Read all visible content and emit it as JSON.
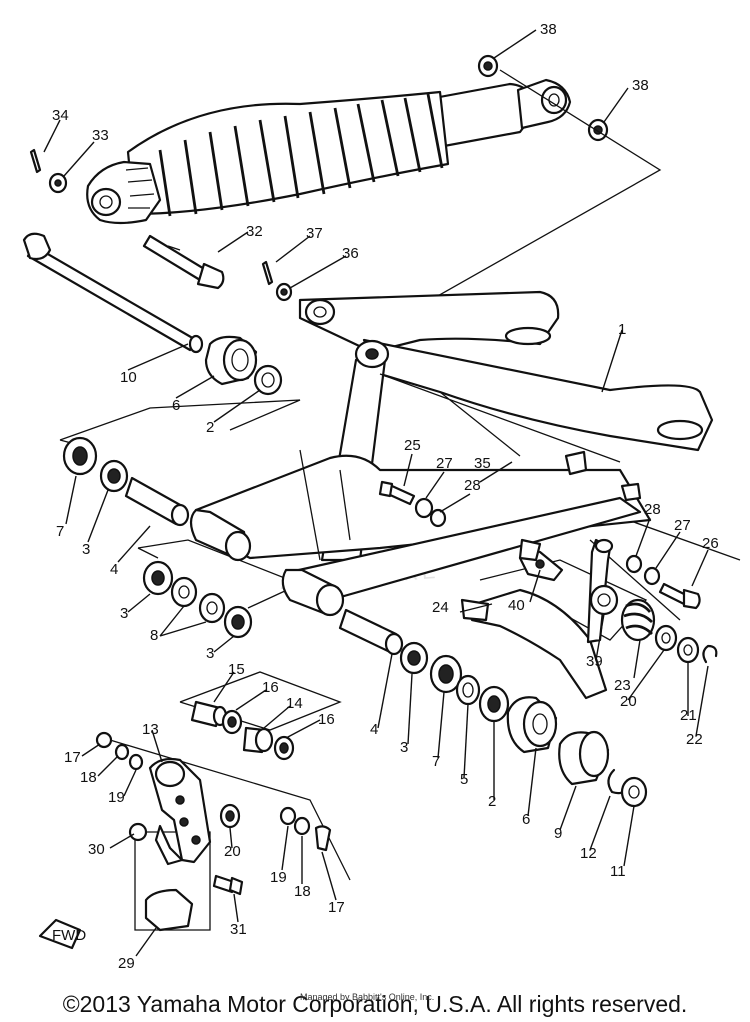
{
  "diagram": {
    "watermark": "ADVENTURE",
    "fwd_label": "FWD",
    "callouts": {
      "c1": "1",
      "c2a": "2",
      "c2b": "2",
      "c3a": "3",
      "c3b": "3",
      "c3c": "3",
      "c3d": "3",
      "c4a": "4",
      "c4b": "4",
      "c5": "5",
      "c6a": "6",
      "c6b": "6",
      "c7a": "7",
      "c7b": "7",
      "c8": "8",
      "c9": "9",
      "c10": "10",
      "c11": "11",
      "c12": "12",
      "c13": "13",
      "c14": "14",
      "c15": "15",
      "c16a": "16",
      "c16b": "16",
      "c17a": "17",
      "c17b": "17",
      "c18a": "18",
      "c18b": "18",
      "c19a": "19",
      "c19b": "19",
      "c20a": "20",
      "c20b": "20",
      "c21": "21",
      "c22": "22",
      "c23": "23",
      "c24": "24",
      "c25": "25",
      "c26": "26",
      "c27a": "27",
      "c27b": "27",
      "c28a": "28",
      "c28b": "28",
      "c29": "29",
      "c30": "30",
      "c31": "31",
      "c32": "32",
      "c33": "33",
      "c34": "34",
      "c35": "35",
      "c36": "36",
      "c37": "37",
      "c38a": "38",
      "c38b": "38",
      "c39": "39",
      "c40": "40"
    }
  },
  "footer": {
    "copyright": "©2013 Yamaha Motor Corporation, U.S.A. All rights reserved.",
    "small_credit": "Managed by Babbitt's Online, Inc."
  }
}
